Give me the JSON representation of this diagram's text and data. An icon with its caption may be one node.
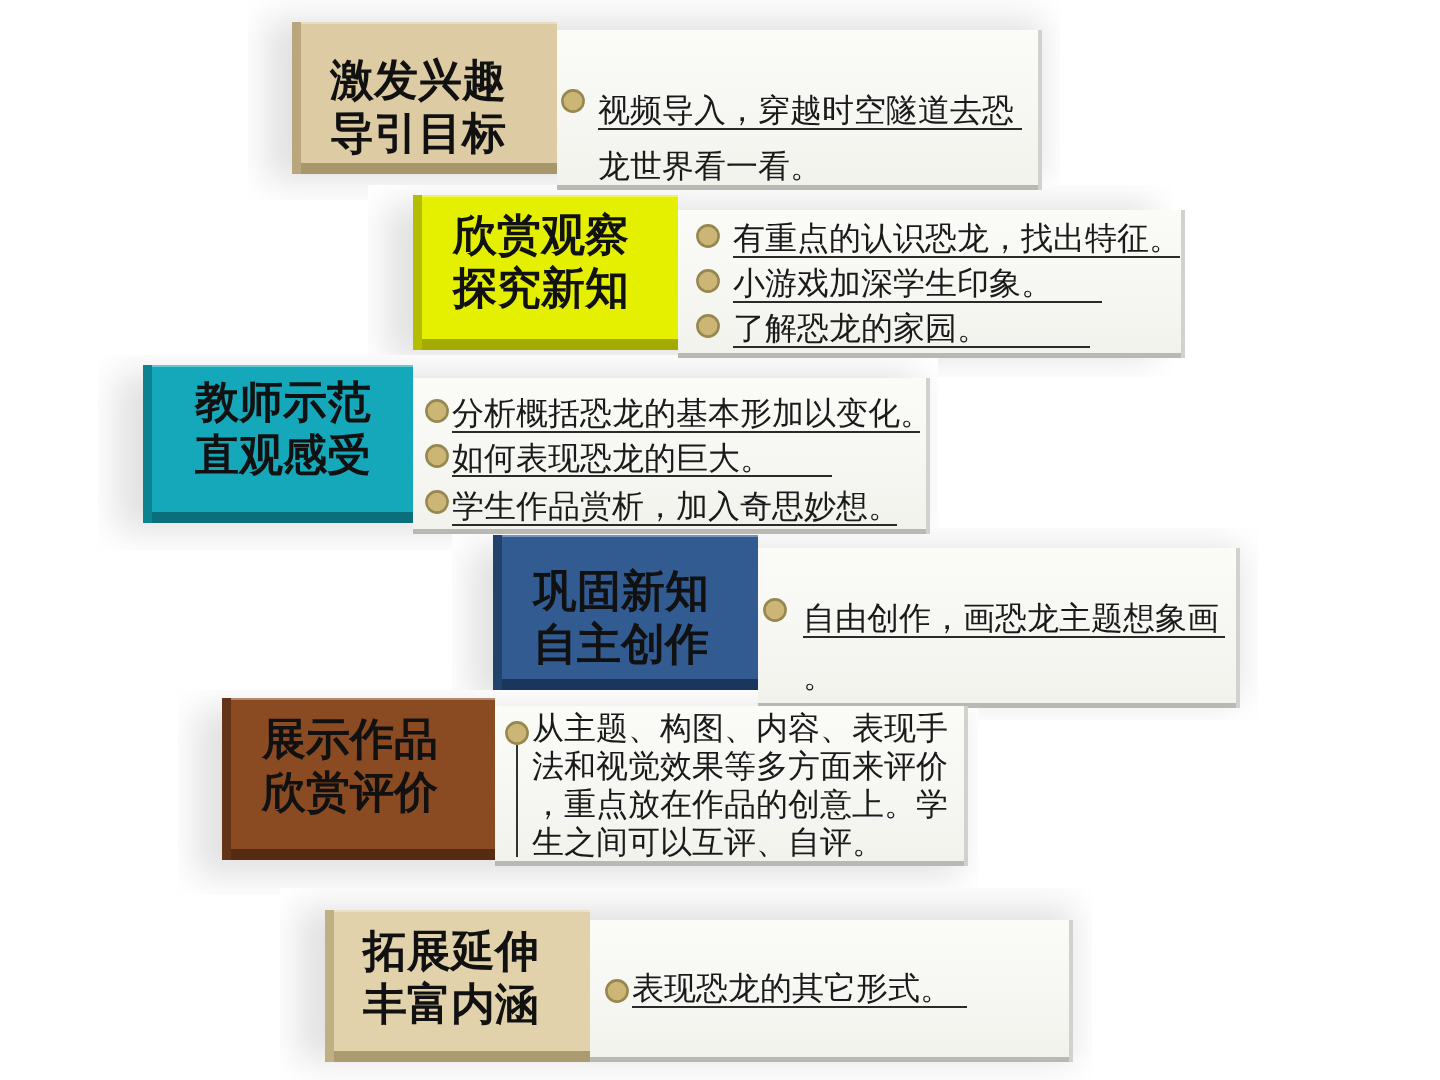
{
  "diagram": {
    "nodes": [
      {
        "text": [
          "激发兴趣导引目标"
        ]
      },
      {
        "text": [
          "视频导入，穿越时空隧道去恐龙世界看一看。"
        ]
      },
      {
        "text": [
          "欣赏观察探究新知"
        ]
      },
      {
        "text": [
          "有重点的认识恐龙，找出特征。",
          "小游戏加深学生印象。",
          "了解恐龙的家园。"
        ]
      },
      {
        "text": [
          "教师示范直观感受"
        ]
      },
      {
        "text": [
          "分析概括恐龙的基本形加以变化。",
          "如何表现恐龙的巨大。",
          "学生作品赏析，加入奇思妙想。"
        ]
      },
      {
        "text": [
          "巩固新知自主创作"
        ]
      },
      {
        "text": [
          "自由创作，画恐龙主题想象画。"
        ]
      },
      {
        "text": [
          "展示作品欣赏评价"
        ]
      },
      {
        "text": [
          "从主题、构图、内容、表现手法和视觉效果等多方面来评价，重点放在作品的创意上。学生之间可以互评、自评。"
        ]
      },
      {
        "text": [
          "拓展延伸丰富内涵"
        ]
      },
      {
        "text": [
          "表现恐龙的其它形式。"
        ]
      }
    ]
  }
}
